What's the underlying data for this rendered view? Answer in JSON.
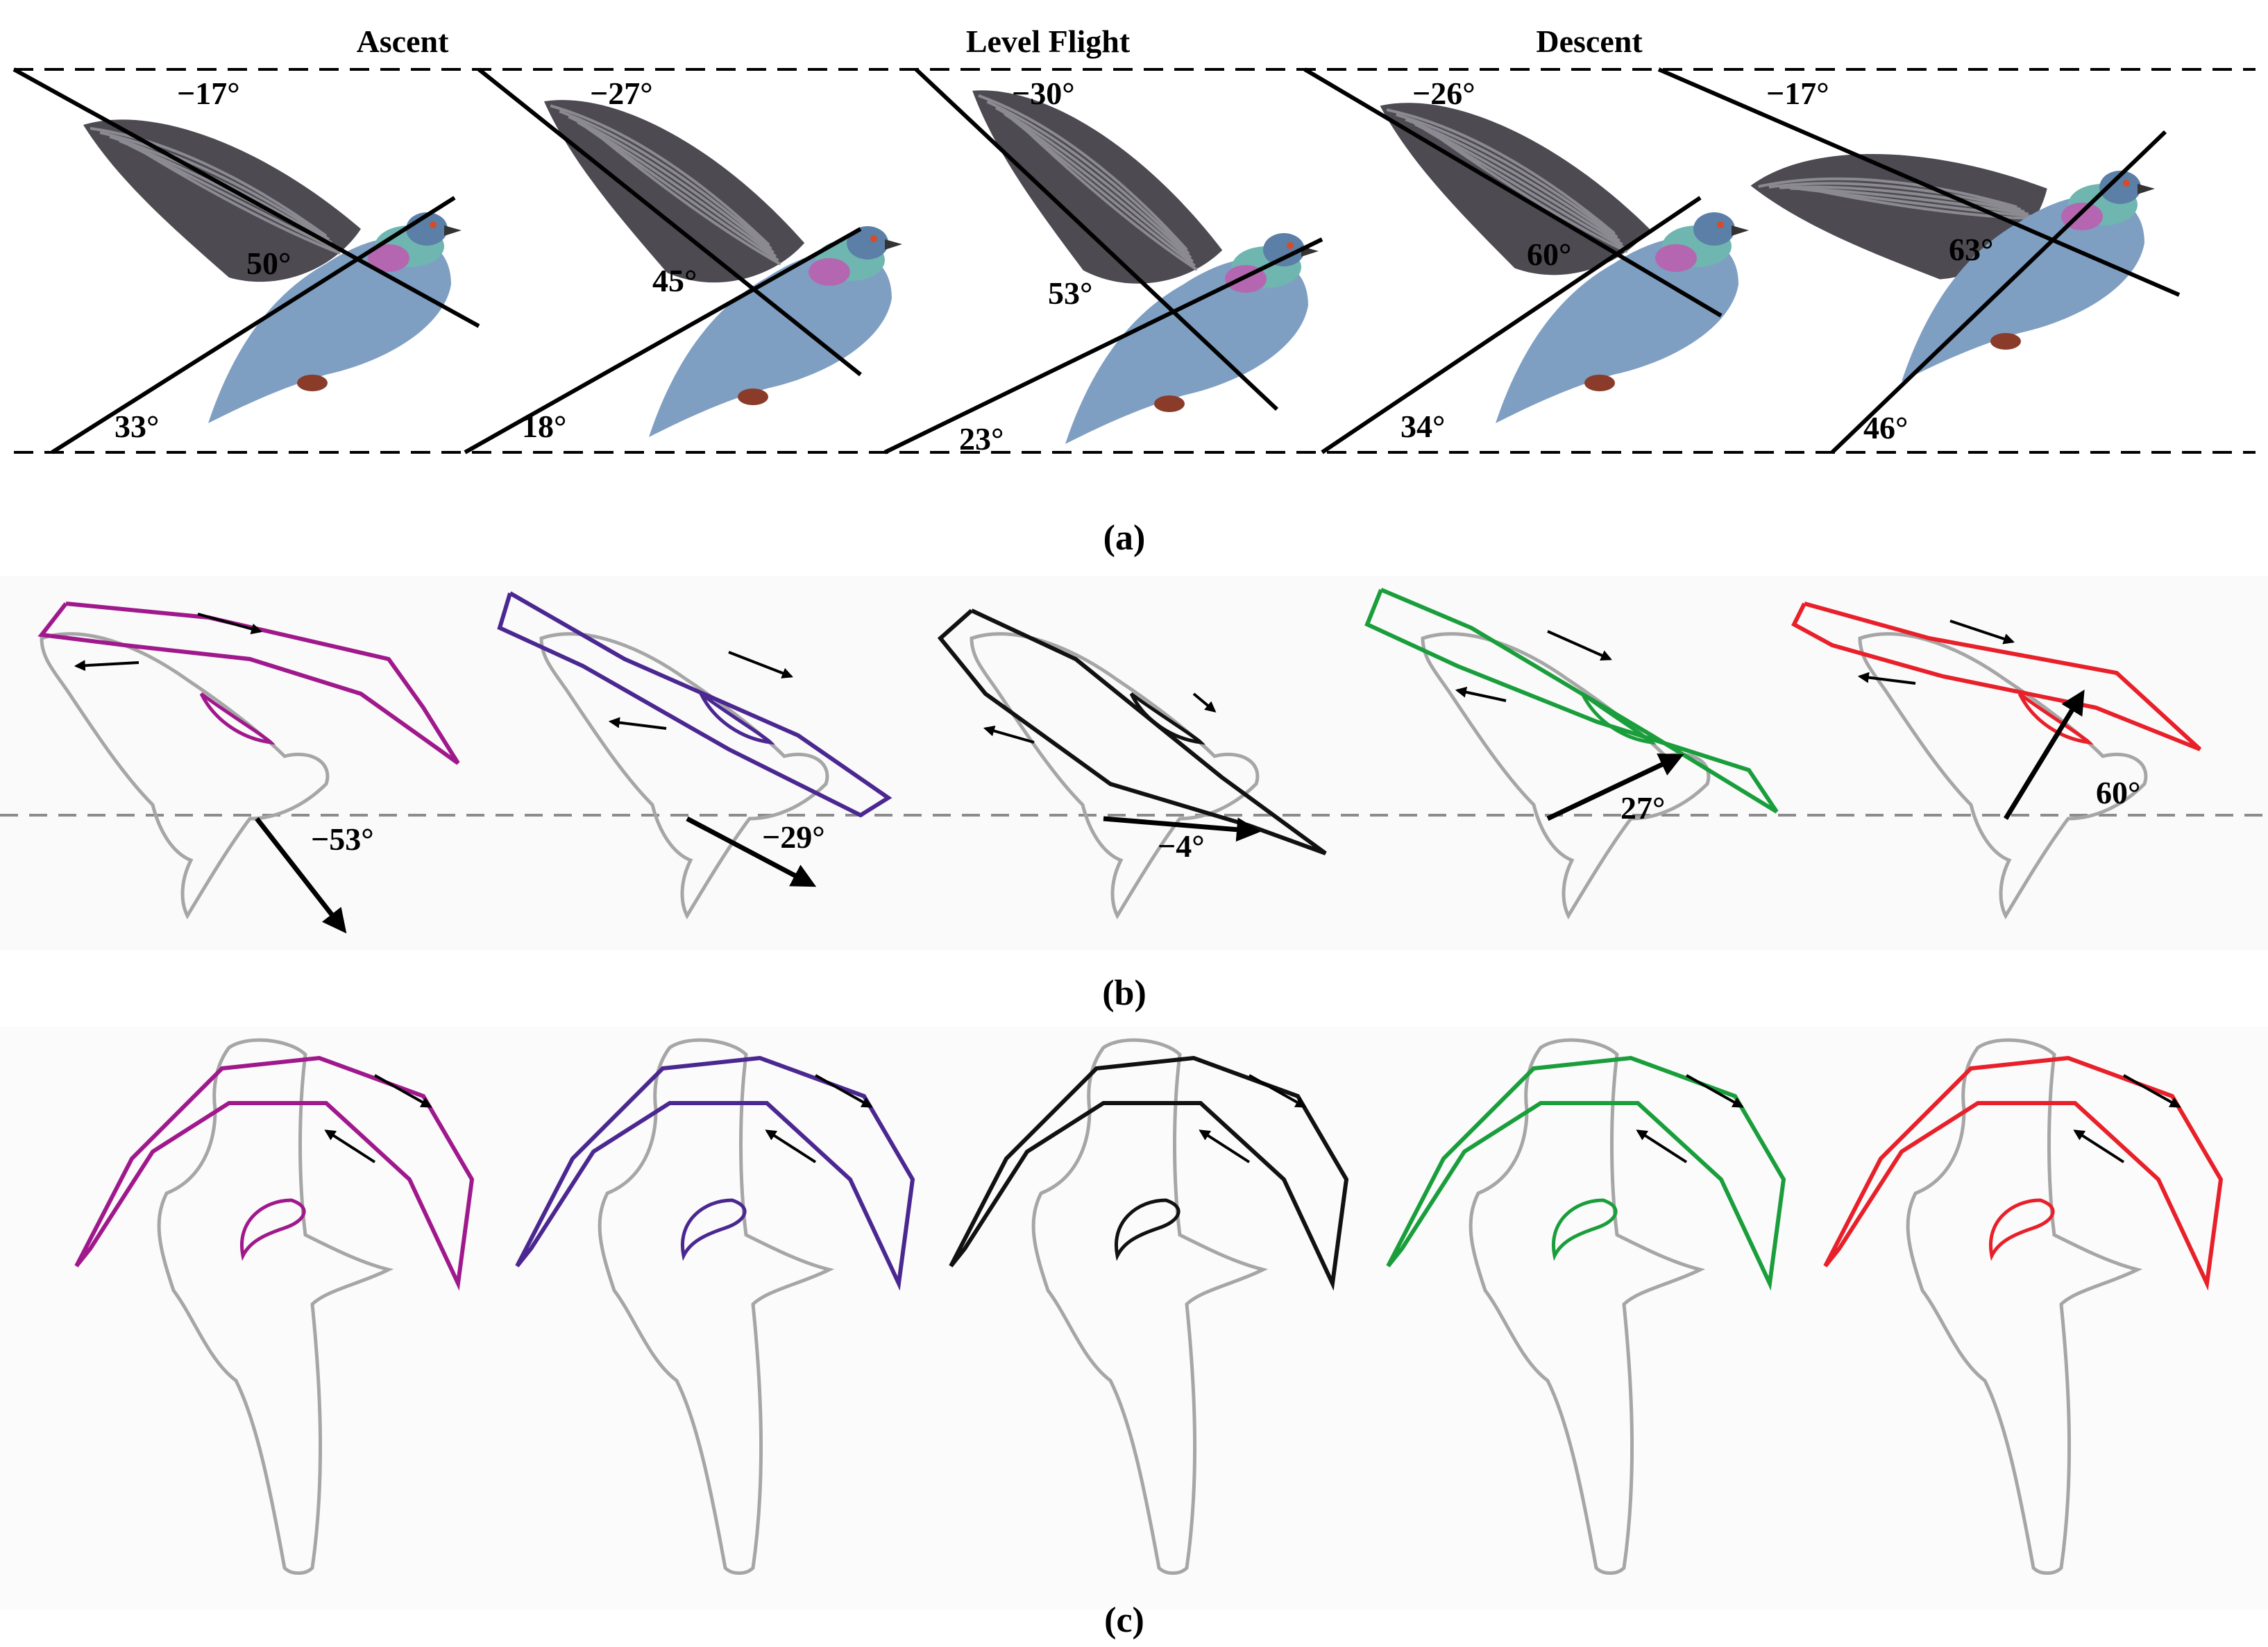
{
  "headers": {
    "ascent": "Ascent",
    "level": "Level Flight",
    "descent": "Descent"
  },
  "panel_labels": {
    "a": "(a)",
    "b": "(b)",
    "c": "(c)"
  },
  "colors": {
    "ascent_1": "#a0198c",
    "ascent_2": "#4b2891",
    "level": "#111111",
    "descent_1": "#1a9e3c",
    "descent_2": "#e8202a",
    "outline": "#a6a6a6",
    "bird_body": "#7f9fc2",
    "bird_wing": "#4d4a52",
    "neck": "#6fb6b0",
    "neck_purple": "#b467b0"
  },
  "panel_a": [
    {
      "upper": "−17°",
      "middle": "50°",
      "lower": "33°"
    },
    {
      "upper": "−27°",
      "middle": "45°",
      "lower": "18°"
    },
    {
      "upper": "−30°",
      "middle": "53°",
      "lower": "23°"
    },
    {
      "upper": "−26°",
      "middle": "60°",
      "lower": "34°"
    },
    {
      "upper": "−17°",
      "middle": "63°",
      "lower": "46°"
    }
  ],
  "panel_b": [
    {
      "angle": "−53°"
    },
    {
      "angle": "−29°"
    },
    {
      "angle": "−4°"
    },
    {
      "angle": "27°"
    },
    {
      "angle": "60°"
    }
  ]
}
